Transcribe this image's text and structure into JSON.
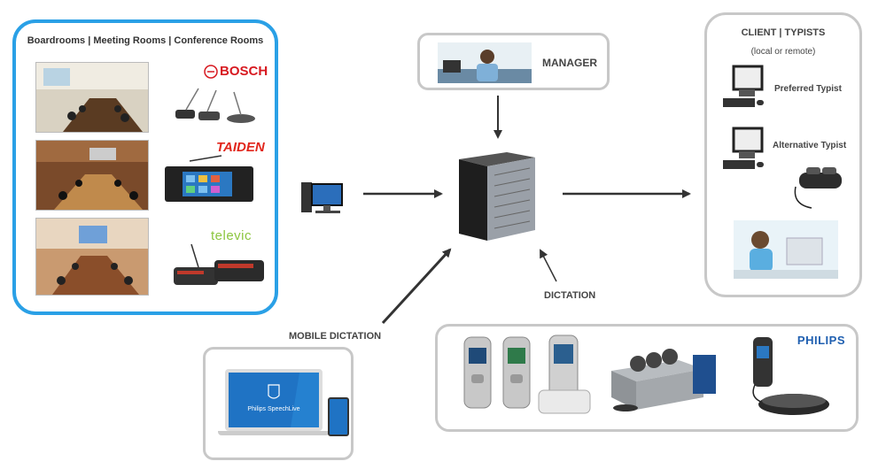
{
  "rooms_panel": {
    "title": "Boardrooms | Meeting Rooms | Conference Rooms",
    "brands": [
      "BOSCH",
      "TAIDEN",
      "televic"
    ]
  },
  "manager_panel": {
    "label": "MANAGER"
  },
  "clients_panel": {
    "title": "CLIENT | TYPISTS",
    "subtitle": "(local or remote)",
    "preferred_label": "Preferred Typist",
    "alternative_label": "Alternative Typist"
  },
  "labels": {
    "mobile_dictation": "MOBILE DICTATION",
    "dictation": "DICTATION"
  },
  "mobile_panel": {
    "app_name": "Philips SpeechLive"
  },
  "philips_panel": {
    "logo": "PHILIPS"
  },
  "colors": {
    "rooms_border": "#2aa0e6",
    "panel_border": "#c8c8c8",
    "arrow": "#333333",
    "philips_blue": "#1f5fb0",
    "bosch_red": "#d71920",
    "taiden_red": "#e1251b",
    "televic_green": "#8cc63f"
  },
  "icons": [
    "server-icon",
    "desktop-pc-icon",
    "conference-mic-icon",
    "foot-pedal-icon",
    "dictaphone-icon"
  ]
}
